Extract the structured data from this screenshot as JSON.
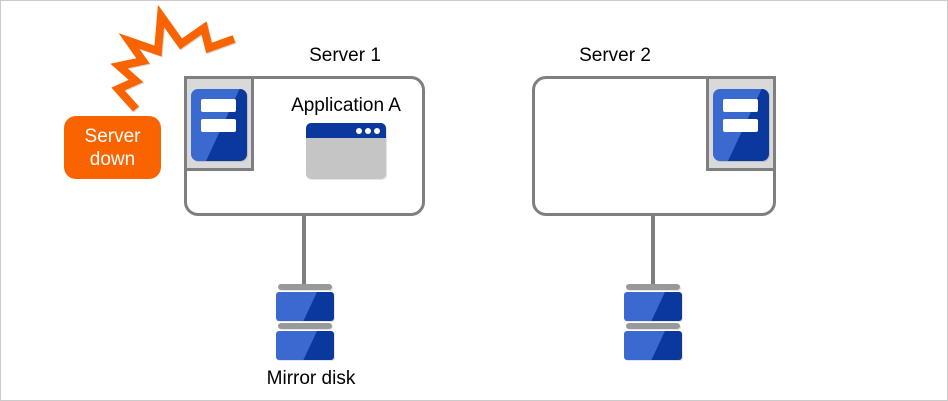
{
  "colors": {
    "accent_orange": "#FA6400",
    "outline_gray": "#7F7F7F",
    "panel_gray": "#D9D9D9",
    "window_gray": "#C5C5C5",
    "disk_bar_gray": "#999999",
    "blue_light": "#3A6AD0",
    "blue_dark": "#0A389C",
    "text_black": "#000000",
    "canvas_border": "#CBCBCB"
  },
  "alert_badge": {
    "line1": "Server",
    "line2": "down"
  },
  "servers": [
    {
      "title": "Server 1",
      "application": "Application A",
      "disk_label": "Mirror disk"
    },
    {
      "title": "Server 2"
    }
  ],
  "icons": {
    "crash_flash": "orange-zigzag-crash-burst",
    "server_tower": "blue-tower-with-two-white-slots",
    "app_window": "gray-window-with-blue-titlebar-three-dots",
    "mirror_disk": "two-stacked-blue-disk-platters"
  }
}
